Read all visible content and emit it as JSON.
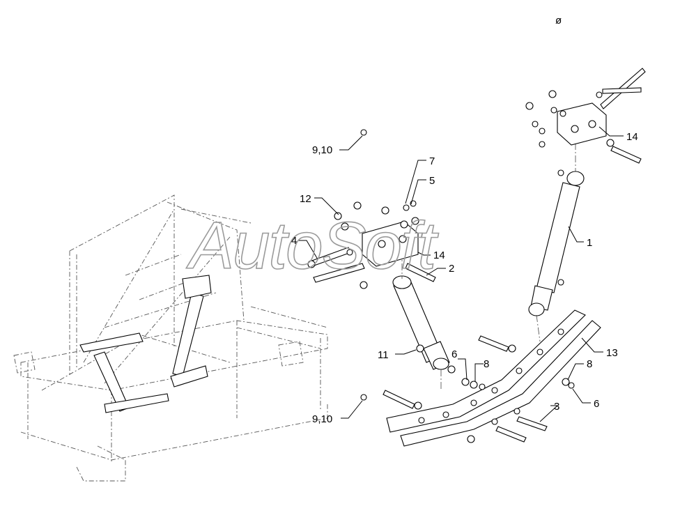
{
  "watermark": "AutoSoft",
  "callouts": [
    {
      "id": "c-sym",
      "text": "ø"
    },
    {
      "id": "c-9-10-top",
      "text": "9,10"
    },
    {
      "id": "c-7",
      "text": "7"
    },
    {
      "id": "c-5",
      "text": "5"
    },
    {
      "id": "c-12",
      "text": "12"
    },
    {
      "id": "c-4",
      "text": "4"
    },
    {
      "id": "c-14-left",
      "text": "14"
    },
    {
      "id": "c-2",
      "text": "2"
    },
    {
      "id": "c-14-right",
      "text": "14"
    },
    {
      "id": "c-1",
      "text": "1"
    },
    {
      "id": "c-13",
      "text": "13"
    },
    {
      "id": "c-11",
      "text": "11"
    },
    {
      "id": "c-6-left",
      "text": "6"
    },
    {
      "id": "c-8-left",
      "text": "8"
    },
    {
      "id": "c-8-right",
      "text": "8"
    },
    {
      "id": "c-6-right",
      "text": "6"
    },
    {
      "id": "c-3",
      "text": "3"
    },
    {
      "id": "c-9-10-bottom",
      "text": "9,10"
    }
  ]
}
